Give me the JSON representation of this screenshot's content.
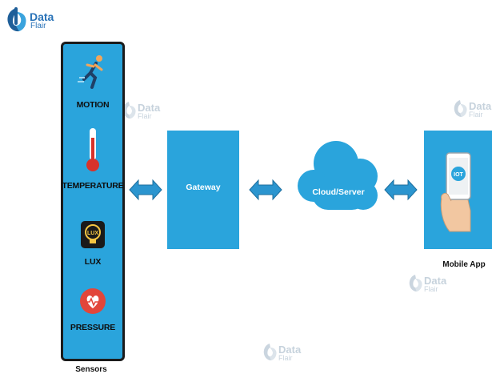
{
  "brand": {
    "line1": "Data",
    "line2": "Flair"
  },
  "watermark": {
    "line1": "Data",
    "line2": "Flair"
  },
  "sensors": {
    "caption": "Sensors",
    "items": [
      {
        "label": "MOTION",
        "icon": "running-person-icon"
      },
      {
        "label": "TEMPERATURE",
        "icon": "thermometer-icon"
      },
      {
        "label": "LUX",
        "icon": "lux-bulb-icon",
        "badge": "LUX"
      },
      {
        "label": "PRESSURE",
        "icon": "heart-pressure-icon"
      }
    ]
  },
  "gateway": {
    "label": "Gateway"
  },
  "cloud": {
    "label": "Cloud/Server"
  },
  "mobile": {
    "caption": "Mobile App",
    "screen_text": "IOT"
  },
  "colors": {
    "block": "#2aa4dc",
    "arrow": "#2b95cf",
    "panel_border": "#1b1b1b"
  }
}
